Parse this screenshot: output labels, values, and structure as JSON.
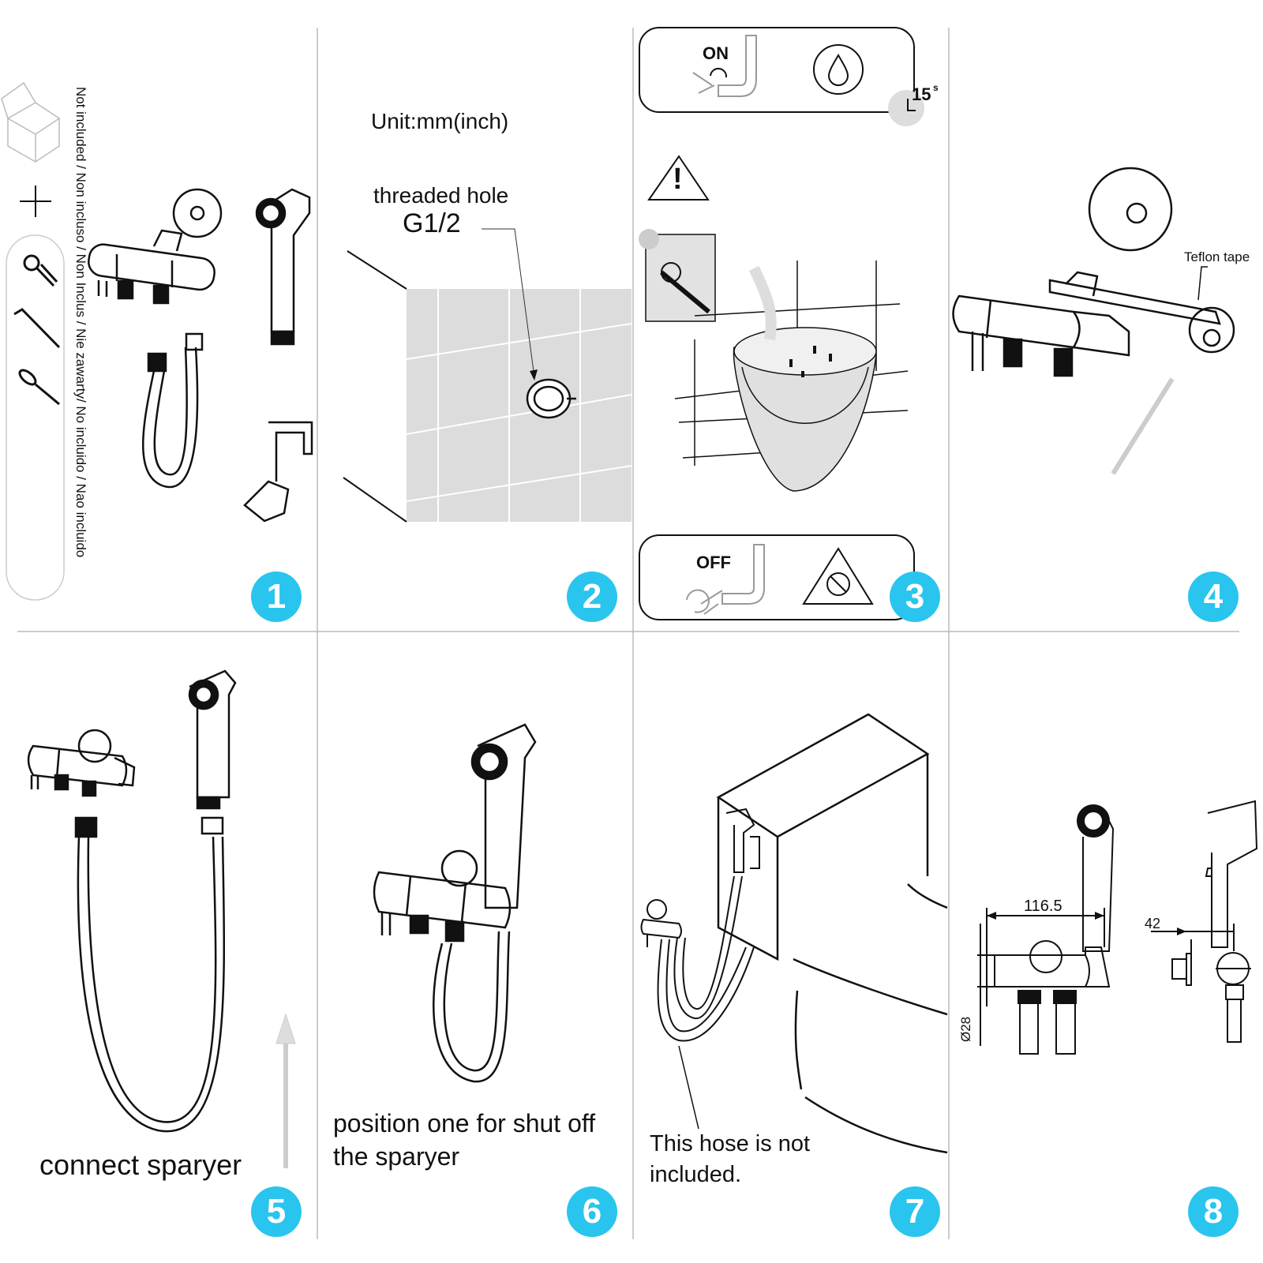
{
  "panel1": {
    "note": "Not included / Non incluso / Non Inclus / Nie zawarty/ No incluido / Nao incluido",
    "badge": "1"
  },
  "panel2": {
    "unit": "Unit:mm(inch)",
    "hole_label": "threaded hole",
    "hole_size": "G1/2",
    "badge": "2"
  },
  "panel3": {
    "on_label": "ON",
    "off_label": "OFF",
    "timer": "15",
    "timer_unit": "s",
    "warning_mark": "!",
    "badge": "3"
  },
  "panel4": {
    "tape_label": "Teflon tape",
    "badge": "4"
  },
  "panel5": {
    "caption": "connect sparyer",
    "badge": "5"
  },
  "panel6": {
    "caption_line1": "position one for shut off",
    "caption_line2": "the sparyer",
    "badge": "6"
  },
  "panel7": {
    "caption_line1": "This hose is not",
    "caption_line2": "included.",
    "badge": "7"
  },
  "panel8": {
    "dim_width": "116.5",
    "dim_depth": "42",
    "dim_diameter": "Ø28",
    "badge": "8"
  },
  "colors": {
    "badge": "#29c5ee",
    "tile": "#dcdcdc",
    "line": "#111111"
  },
  "icons": [
    "box-icon",
    "plus-icon",
    "wrench-icon",
    "hex-key-icon",
    "screwdriver-icon",
    "water-drop-icon",
    "warning-icon",
    "clock-icon",
    "no-water-icon"
  ]
}
